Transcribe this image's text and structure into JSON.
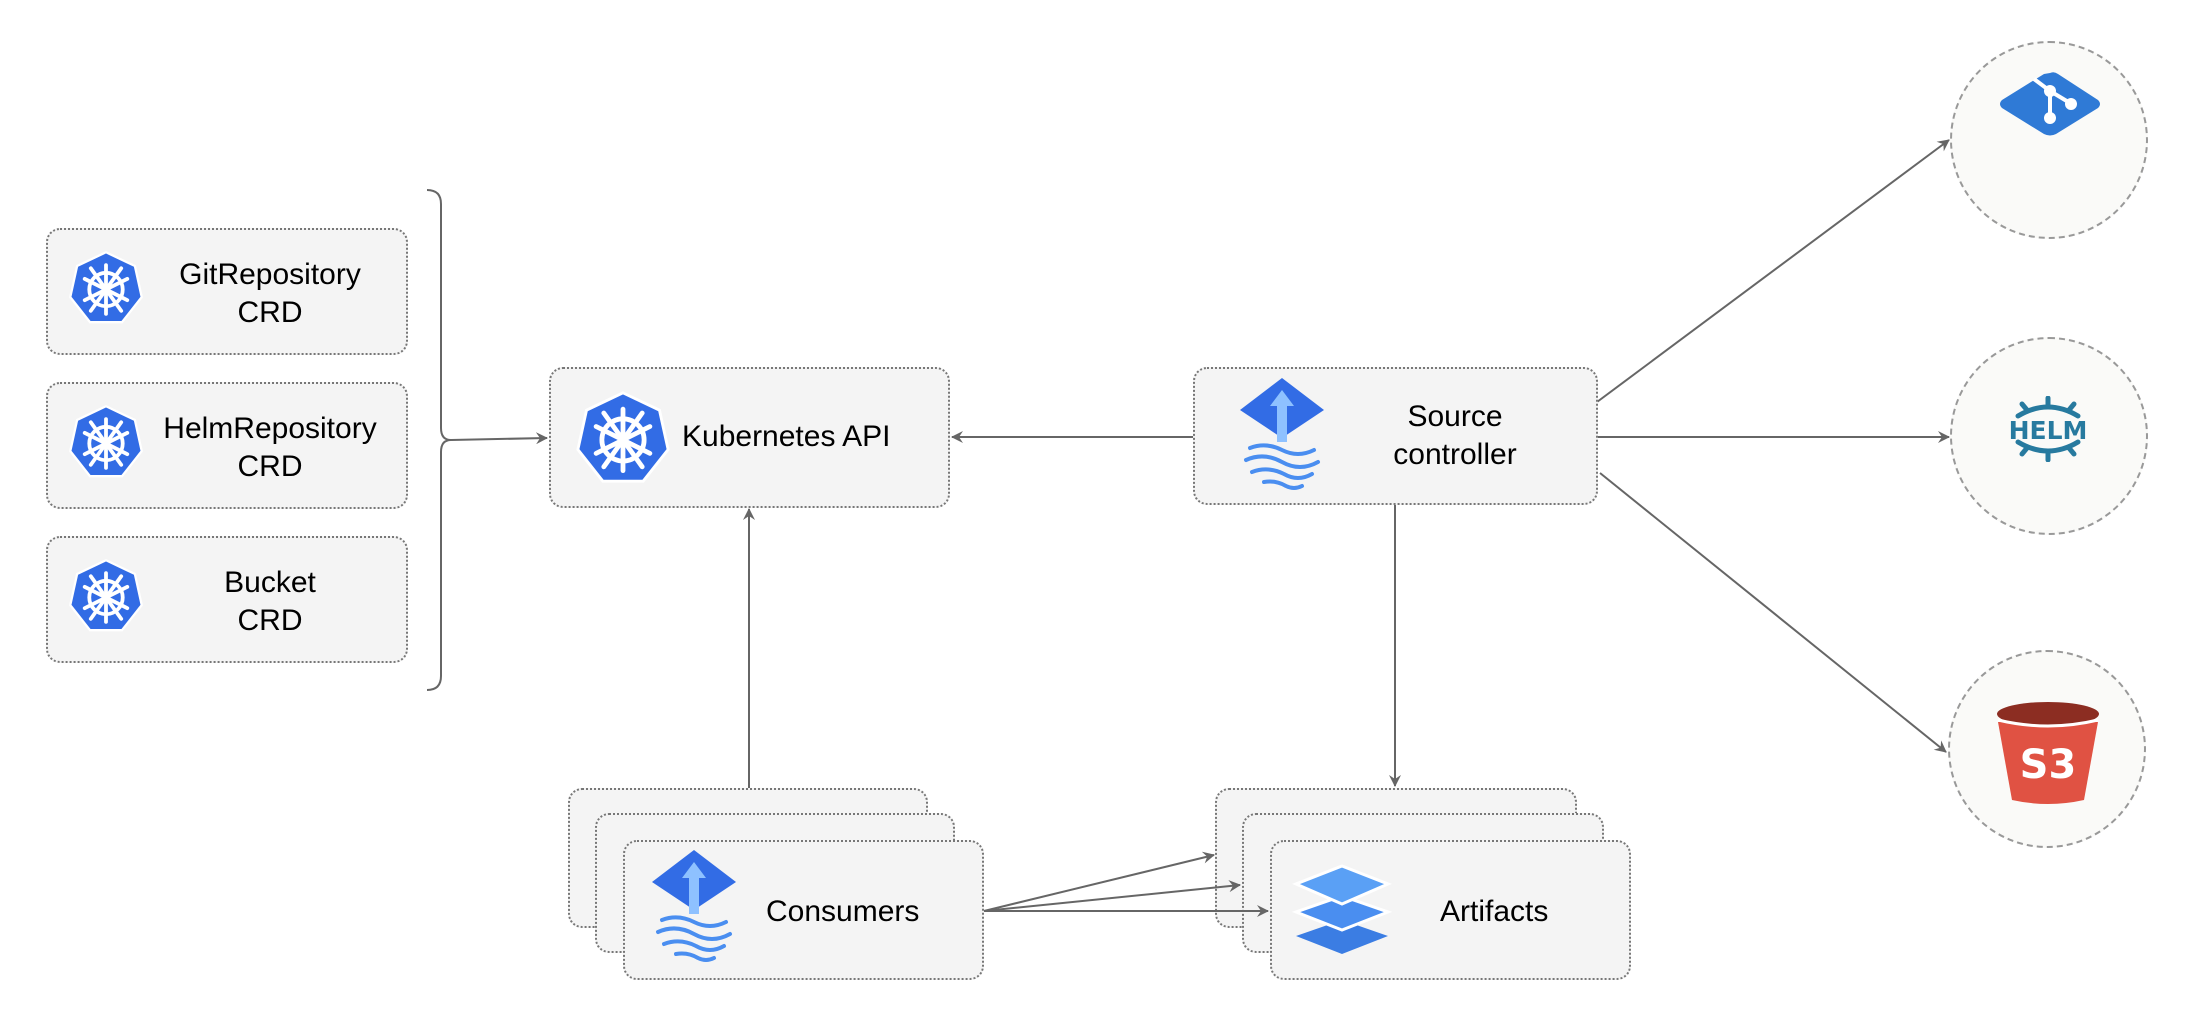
{
  "crds": [
    {
      "line1": "GitRepository",
      "line2": "CRD"
    },
    {
      "line1": "HelmRepository",
      "line2": "CRD"
    },
    {
      "line1": "Bucket",
      "line2": "CRD"
    }
  ],
  "kubernetes_api": {
    "label": "Kubernetes API"
  },
  "source_controller": {
    "line1": "Source",
    "line2": "controller"
  },
  "consumers": {
    "label": "Consumers"
  },
  "artifacts": {
    "label": "Artifacts"
  },
  "sources": [
    {
      "name": "git-icon"
    },
    {
      "name": "helm-icon",
      "text": "HELM"
    },
    {
      "name": "s3-icon",
      "text": "S3"
    }
  ],
  "colors": {
    "kubernetes": "#326ce5",
    "git": "#2f7ad6",
    "helm": "#277a9f",
    "s3": "#e05243",
    "arrow": "#666666"
  }
}
